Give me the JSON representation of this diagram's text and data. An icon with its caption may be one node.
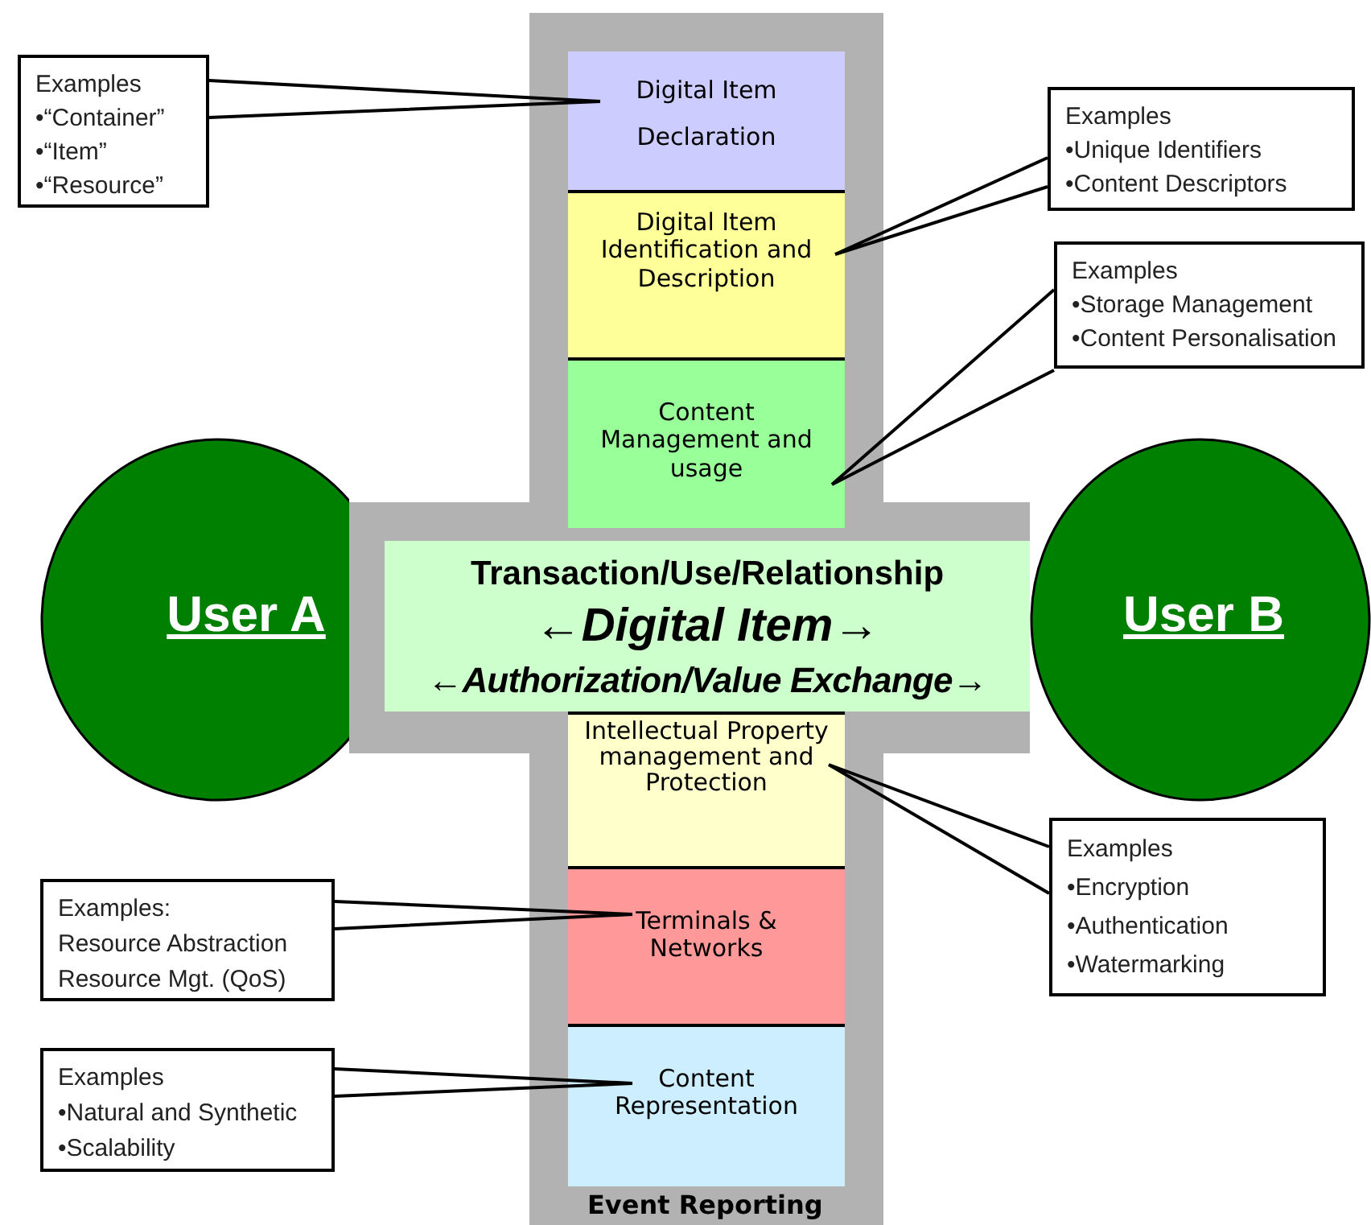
{
  "diagram": {
    "nodes": [
      {
        "text": [
          "Event Reporting"
        ]
      },
      {
        "text": [
          "Digital Item Declaration"
        ],
        "in": 0
      },
      {
        "text": [
          "Digital Item Identification and Description"
        ],
        "in": 0
      },
      {
        "text": [
          "Content Management and usage"
        ],
        "in": 0
      },
      {
        "text": [
          "Transaction/Use/Relationship",
          "←Digital Item→",
          "←Authorization/Value Exchange→"
        ],
        "in": 0
      },
      {
        "text": [
          "Intellectual Property management and Protection"
        ],
        "in": 0
      },
      {
        "text": [
          "Terminals & Networks"
        ],
        "in": 0
      },
      {
        "text": [
          "Content Representation"
        ],
        "in": 0
      },
      {
        "text": [
          "User A"
        ]
      },
      {
        "text": [
          "User B"
        ]
      },
      {
        "text": [
          "Examples",
          "•“Container”",
          "•“Item”",
          "•“Resource”"
        ]
      },
      {
        "text": [
          "Examples",
          "•Unique Identifiers",
          "•Content Descriptors"
        ]
      },
      {
        "text": [
          "Examples",
          "•Storage Management",
          "•Content Personalisation"
        ]
      },
      {
        "text": [
          "Examples",
          "•Encryption",
          "•Authentication",
          "•Watermarking"
        ]
      },
      {
        "text": [
          "Examples:",
          "Resource Abstraction",
          "Resource Mgt. (QoS)"
        ]
      },
      {
        "text": [
          "Examples",
          "•Natural and Synthetic",
          "•Scalability"
        ]
      }
    ],
    "edges": [
      {
        "from": 10,
        "to": 1,
        "arrow": "none"
      },
      {
        "from": 11,
        "to": 2,
        "arrow": "none"
      },
      {
        "from": 12,
        "to": 3,
        "arrow": "none"
      },
      {
        "from": 13,
        "to": 5,
        "arrow": "none"
      },
      {
        "from": 14,
        "to": 6,
        "arrow": "none"
      },
      {
        "from": 15,
        "to": 7,
        "arrow": "none"
      }
    ]
  }
}
